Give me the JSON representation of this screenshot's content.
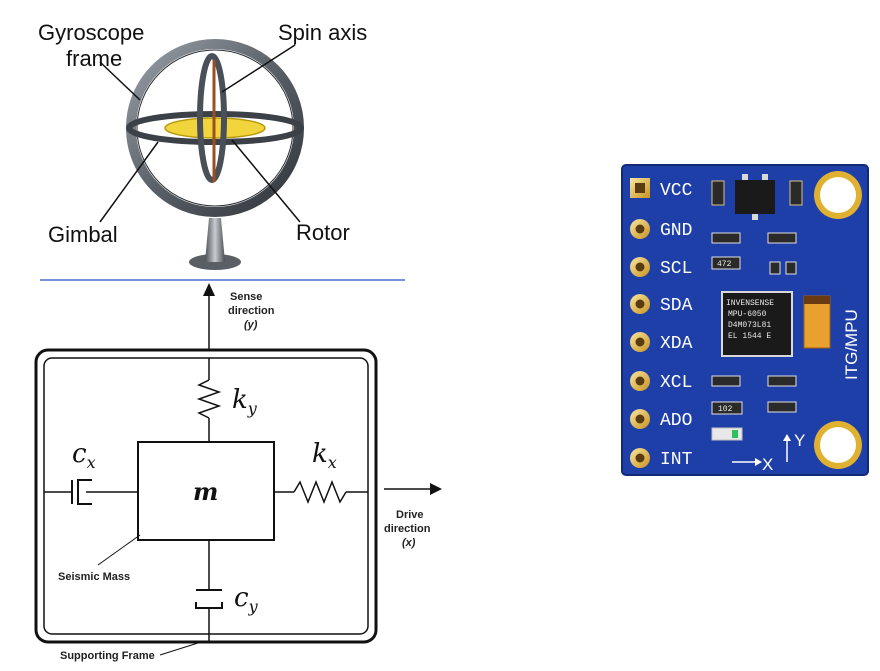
{
  "gyroscope": {
    "frame_label_1": "Gyroscope",
    "frame_label_2": "frame",
    "spin_axis_label": "Spin axis",
    "gimbal_label": "Gimbal",
    "rotor_label": "Rotor"
  },
  "mems": {
    "sense_1": "Sense",
    "sense_2": "direction",
    "sense_3": "(y)",
    "ky_main": "k",
    "ky_sub": "y",
    "kx_main": "k",
    "kx_sub": "x",
    "cx_main": "c",
    "cx_sub": "x",
    "cy_main": "c",
    "cy_sub": "y",
    "mass_label": "m",
    "drive_1": "Drive",
    "drive_2": "direction",
    "drive_3": "(x)",
    "seismic_label": "Seismic Mass",
    "frame_label": "Supporting Frame"
  },
  "board": {
    "pins": [
      "VCC",
      "GND",
      "SCL",
      "SDA",
      "XDA",
      "XCL",
      "ADO",
      "INT"
    ],
    "side_label": "ITG/MPU",
    "chip_lines": [
      "INVENSENSE",
      "MPU-6050",
      "D4M073L81",
      "EL 1544 E"
    ],
    "x_axis": "X",
    "y_axis": "Y",
    "component_102": "102",
    "component_472": "472",
    "colors": {
      "pcb": "#1f3fa8",
      "pad": "#e0b030",
      "cap": "#e8a030"
    }
  }
}
